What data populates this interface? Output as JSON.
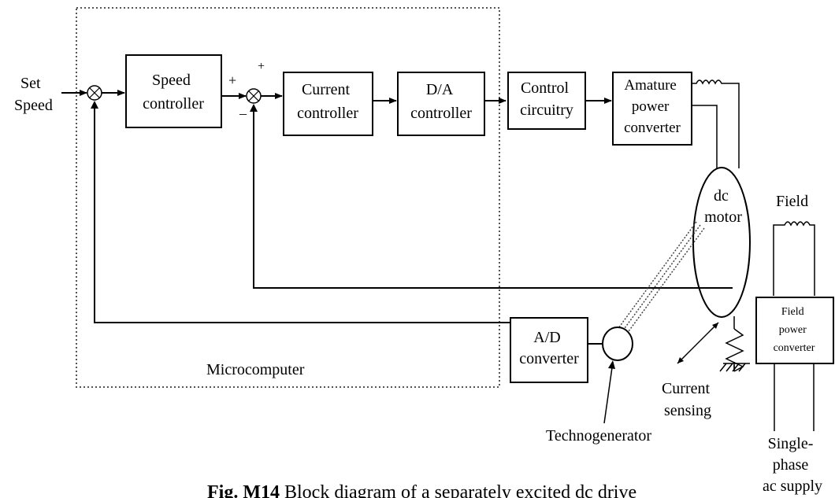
{
  "inputs": {
    "set_speed": [
      "Set",
      "Speed"
    ]
  },
  "blocks": {
    "speed_controller": [
      "Speed",
      "controller"
    ],
    "current_controller": [
      "Current",
      "controller"
    ],
    "da_controller": [
      "D/A",
      "controller"
    ],
    "control_circuitry": [
      "Control",
      "circuitry"
    ],
    "armature_converter": [
      "Amature",
      "power",
      "converter"
    ],
    "ad_converter": [
      "A/D",
      "converter"
    ],
    "field_converter": [
      "Field",
      "power",
      "converter"
    ],
    "dc_motor": [
      "dc",
      "motor"
    ]
  },
  "signs": {
    "plus1": "+",
    "plus2": "+",
    "plus3": "+",
    "minus": "–"
  },
  "labels": {
    "microcomputer": "Microcomputer",
    "field": "Field",
    "current_sensing": [
      "Current",
      "sensing"
    ],
    "technogenerator": "Technogenerator",
    "supply": [
      "Single-",
      "phase",
      "ac supply"
    ]
  },
  "caption": {
    "prefix": "Fig. M14",
    "text": " Block diagram of a separately excited dc drive"
  }
}
